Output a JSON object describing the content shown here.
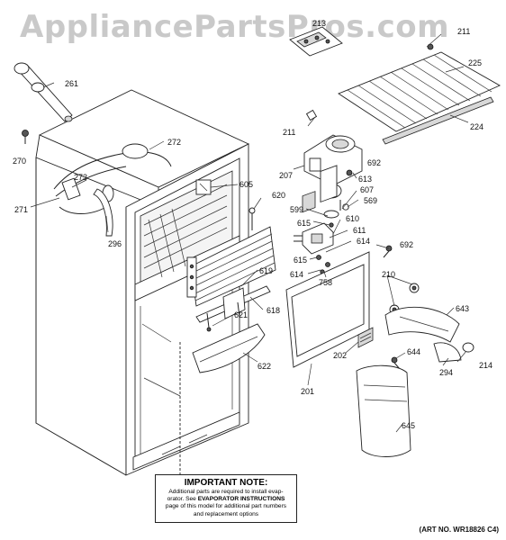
{
  "watermark": "AppliancePartsPros.com",
  "labels": [
    {
      "id": "213",
      "text": "213"
    },
    {
      "id": "211a",
      "text": "211"
    },
    {
      "id": "225",
      "text": "225"
    },
    {
      "id": "261",
      "text": "261"
    },
    {
      "id": "211b",
      "text": "211"
    },
    {
      "id": "224",
      "text": "224"
    },
    {
      "id": "270",
      "text": "270"
    },
    {
      "id": "272",
      "text": "272"
    },
    {
      "id": "207",
      "text": "207"
    },
    {
      "id": "692a",
      "text": "692"
    },
    {
      "id": "613",
      "text": "613"
    },
    {
      "id": "273",
      "text": "273"
    },
    {
      "id": "605",
      "text": "605"
    },
    {
      "id": "607",
      "text": "607"
    },
    {
      "id": "569",
      "text": "569"
    },
    {
      "id": "271",
      "text": "271"
    },
    {
      "id": "620",
      "text": "620"
    },
    {
      "id": "599",
      "text": "599"
    },
    {
      "id": "296",
      "text": "296"
    },
    {
      "id": "615a",
      "text": "615"
    },
    {
      "id": "610",
      "text": "610"
    },
    {
      "id": "611",
      "text": "611"
    },
    {
      "id": "614a",
      "text": "614"
    },
    {
      "id": "692b",
      "text": "692"
    },
    {
      "id": "615b",
      "text": "615"
    },
    {
      "id": "619",
      "text": "619"
    },
    {
      "id": "614b",
      "text": "614"
    },
    {
      "id": "758",
      "text": "758"
    },
    {
      "id": "210",
      "text": "210"
    },
    {
      "id": "618",
      "text": "618"
    },
    {
      "id": "621",
      "text": "621"
    },
    {
      "id": "643",
      "text": "643"
    },
    {
      "id": "202",
      "text": "202"
    },
    {
      "id": "644",
      "text": "644"
    },
    {
      "id": "622",
      "text": "622"
    },
    {
      "id": "294",
      "text": "294"
    },
    {
      "id": "214",
      "text": "214"
    },
    {
      "id": "201",
      "text": "201"
    },
    {
      "id": "645",
      "text": "645"
    }
  ],
  "note": {
    "title": "IMPORTANT NOTE:",
    "line1": "Additional parts are required to install evap-",
    "line2a": "orator.  See ",
    "line2b": "EVAPORATOR INSTRUCTIONS",
    "line3": "page of this model for additional part numbers",
    "line4": "and replacement options"
  },
  "art_no": "(ART NO. WR18826 C4)"
}
